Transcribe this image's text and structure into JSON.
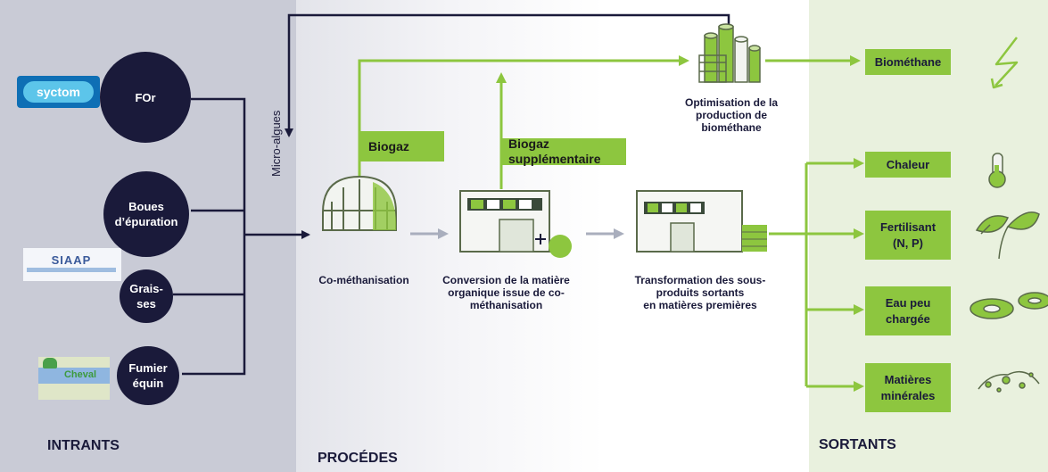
{
  "sections": {
    "intrants": "INTRANTS",
    "procedes": "PROCÉDES",
    "sortants": "SORTANTS"
  },
  "intrants": [
    {
      "label": "FOr",
      "logo": "syctom"
    },
    {
      "label": "Boues\nd’épuration",
      "logo": "SIAAP"
    },
    {
      "label": "Grais-\nses",
      "logo": ""
    },
    {
      "label": "Fumier\néquin",
      "logo": "Cheval"
    }
  ],
  "flows": {
    "micro_algues": "Micro-algues",
    "biogaz": "Biogaz",
    "biogaz_supp": "Biogaz\nsupplémentaire"
  },
  "processes": {
    "comethanisation": "Co-méthanisation",
    "conversion": "Conversion de la matière\norganique issue de co-\nméthanisation",
    "transformation": "Transformation des sous-\nproduits sortants\nen matières premières",
    "optimisation": "Optimisation de la\nproduction de\nbiométhane"
  },
  "outputs": [
    {
      "label": "Biométhane",
      "icon": "lightning-icon"
    },
    {
      "label": "Chaleur",
      "icon": "thermometer-icon"
    },
    {
      "label": "Fertilisant\n(N, P)",
      "icon": "leaves-icon"
    },
    {
      "label": "Eau peu\nchargée",
      "icon": "water-discs-icon"
    },
    {
      "label": "Matières\nminérales",
      "icon": "minerals-icon"
    }
  ],
  "colors": {
    "navy": "#1a1a3a",
    "green": "#8dc63f",
    "left_bg": "#c9cbd6",
    "right_bg": "#e9f1de",
    "arrow_grey": "#a9aebd"
  }
}
